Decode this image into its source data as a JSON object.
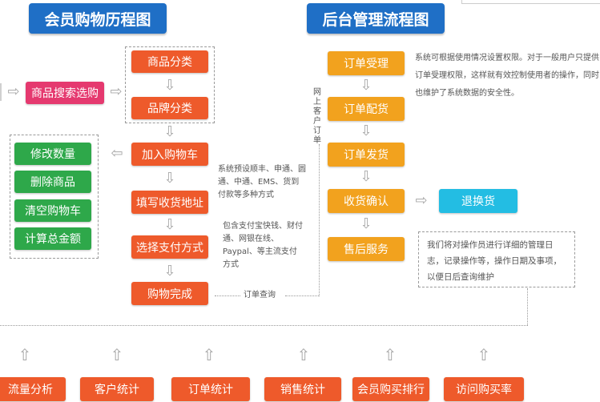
{
  "titles": {
    "member_flow": "会员购物历程图",
    "admin_flow": "后台管理流程图"
  },
  "member": {
    "search": "商品搜索选购",
    "category": "商品分类",
    "brand": "品牌分类",
    "add_to_cart": "加入购物车",
    "fill_address": "填写收货地址",
    "select_payment": "选择支付方式",
    "purchase_complete": "购物完成",
    "cart_ops": [
      "修改数量",
      "删除商品",
      "清空购物车",
      "计算总金额"
    ],
    "shipping_note": "系统预设顺丰、申通、圆通、中通、EMS、货到付款等多种方式",
    "payment_note": "包含支付宝快钱、财付通、网银在线、Paypal、等主流支付方式",
    "order_query": "订单查询"
  },
  "admin": {
    "online_order_label": "网上客户订单",
    "steps": [
      "订单受理",
      "订单配货",
      "订单发货",
      "收货确认",
      "售后服务"
    ],
    "return": "退换货",
    "permission_note": "系统可根据使用情况设置权限。对于一般用户只提供订单受理权限，这样就有效控制使用者的操作，同时也维护了系统数据的安全性。",
    "log_note": "我们将对操作员进行详细的管理日志，记录操作等，操作日期及事项，以便日后查询维护"
  },
  "stats": [
    "流量分析",
    "客户统计",
    "订单统计",
    "销售统计",
    "会员购买排行",
    "访问购买率"
  ],
  "colors": {
    "title_blue": "#1f6fc6",
    "orange": "#ee5a2b",
    "green": "#2ea84a",
    "pink": "#e5396f",
    "gold": "#f2a21e",
    "cyan": "#23bde3"
  }
}
